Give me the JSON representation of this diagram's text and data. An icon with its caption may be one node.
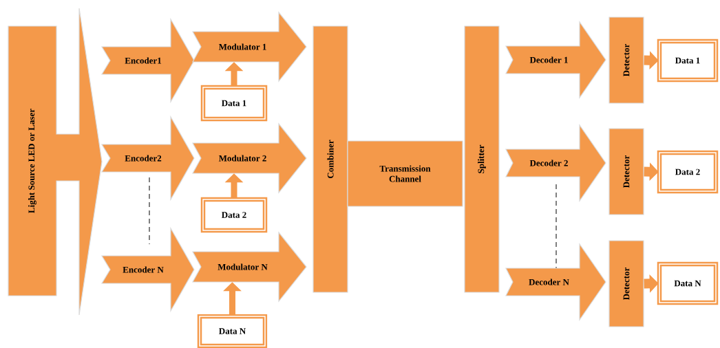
{
  "diagram": {
    "nodes": [
      {
        "text": [
          "Light Source LED or Laser"
        ]
      },
      {
        "text": [
          "Encoder1"
        ]
      },
      {
        "text": [
          "Modulator 1"
        ]
      },
      {
        "text": [
          "Data 1"
        ]
      },
      {
        "text": [
          "Encoder2"
        ]
      },
      {
        "text": [
          "Modulator 2"
        ]
      },
      {
        "text": [
          "Data 2"
        ]
      },
      {
        "text": [
          "Encoder N"
        ]
      },
      {
        "text": [
          "Modulator N"
        ]
      },
      {
        "text": [
          "Data N"
        ]
      },
      {
        "text": [
          "Combiner"
        ]
      },
      {
        "text": [
          "Transmission Channel"
        ]
      },
      {
        "text": [
          "Splitter"
        ]
      },
      {
        "text": [
          "Decoder 1"
        ]
      },
      {
        "text": [
          "Detector"
        ]
      },
      {
        "text": [
          "Data 1"
        ]
      },
      {
        "text": [
          "Decoder 2"
        ]
      },
      {
        "text": [
          "Detector"
        ]
      },
      {
        "text": [
          "Data 2"
        ]
      },
      {
        "text": [
          "Decoder N"
        ]
      },
      {
        "text": [
          "Detector"
        ]
      },
      {
        "text": [
          "Data N"
        ]
      }
    ],
    "edges": [
      {
        "from": 3,
        "to": 2,
        "arrow": "to"
      },
      {
        "from": 6,
        "to": 5,
        "arrow": "to"
      },
      {
        "from": 9,
        "to": 8,
        "arrow": "to"
      },
      {
        "from": 14,
        "to": 15,
        "arrow": "to"
      },
      {
        "from": 17,
        "to": 18,
        "arrow": "to"
      },
      {
        "from": 20,
        "to": 21,
        "arrow": "to"
      }
    ]
  }
}
